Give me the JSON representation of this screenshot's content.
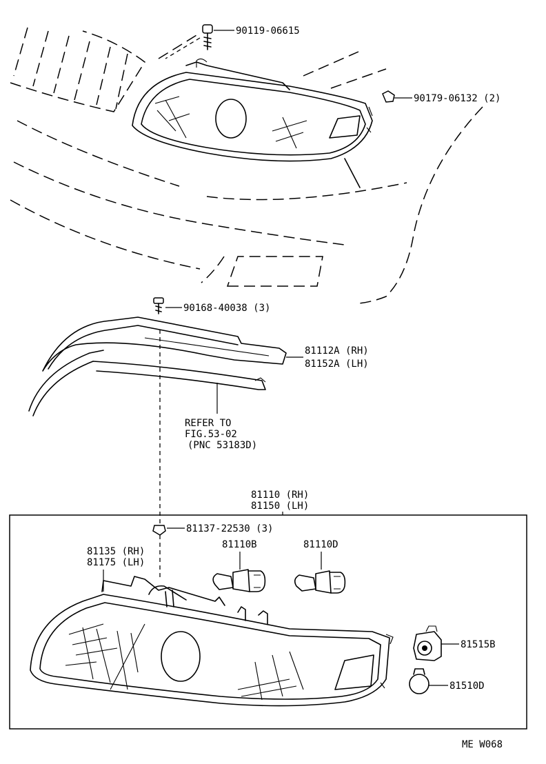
{
  "parts": {
    "screw_top": "90119-06615",
    "nut_clip": "90179-06132 (2)",
    "screw_mid": "90168-40038 (3)",
    "bracket_rh": "81112A (RH)",
    "bracket_lh": "81152A (LH)",
    "refer_line1": "REFER TO",
    "refer_line2": "FIG.53-02",
    "refer_line3": "(PNC 53183D)",
    "assembly_rh": "81110 (RH)",
    "assembly_lh": "81150 (LH)",
    "clip": "81137-22530 (3)",
    "bulb_left": "81110B",
    "bulb_right": "81110D",
    "lens_rh": "81135 (RH)",
    "lens_lh": "81175 (LH)",
    "socket": "81515B",
    "small_bulb": "81510D"
  },
  "footer": {
    "diagram_code": "ME W068"
  }
}
